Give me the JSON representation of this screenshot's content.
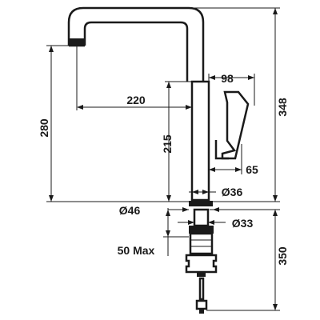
{
  "diagram": {
    "dimensions": {
      "spout_reach": "220",
      "handle_depth": "98",
      "total_height": "348",
      "spout_height": "280",
      "body_height": "215",
      "handle_offset": "65",
      "body_diameter": "Ø36",
      "base_diameter": "Ø46",
      "hole_diameter": "Ø33",
      "deck_thickness": "50 Max",
      "hose_length": "350"
    }
  }
}
